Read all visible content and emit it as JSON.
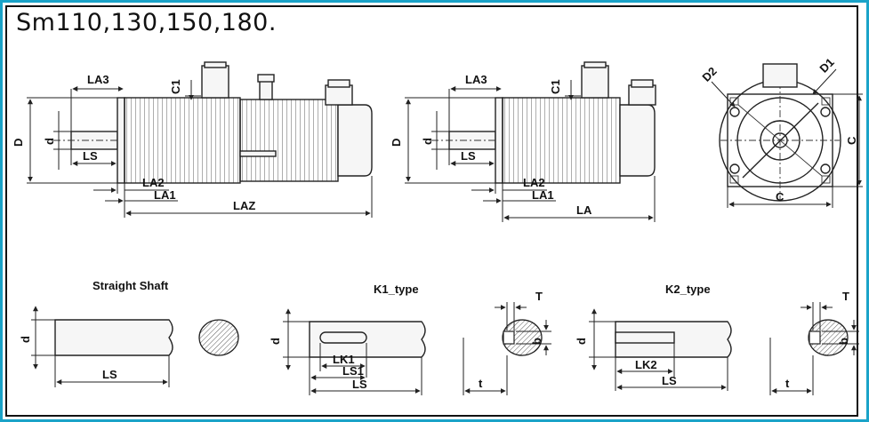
{
  "title": "Sm110,130,150,180.",
  "labels": {
    "LA3": "LA3",
    "C1": "C1",
    "D": "D",
    "d": "d",
    "LS": "LS",
    "LA2": "LA2",
    "LA1": "LA1",
    "LAZ": "LAZ",
    "LA": "LA",
    "D1": "D1",
    "D2": "D2",
    "C": "C",
    "T": "T",
    "b": "b",
    "t": "t",
    "LK1": "LK1",
    "LS1": "LS1",
    "LK2": "LK2"
  },
  "sections": {
    "straight": "Straight Shaft",
    "k1": "K1_type",
    "k2": "K2_type"
  },
  "colors": {
    "frame": "#1aa3c8",
    "line": "#222222"
  }
}
